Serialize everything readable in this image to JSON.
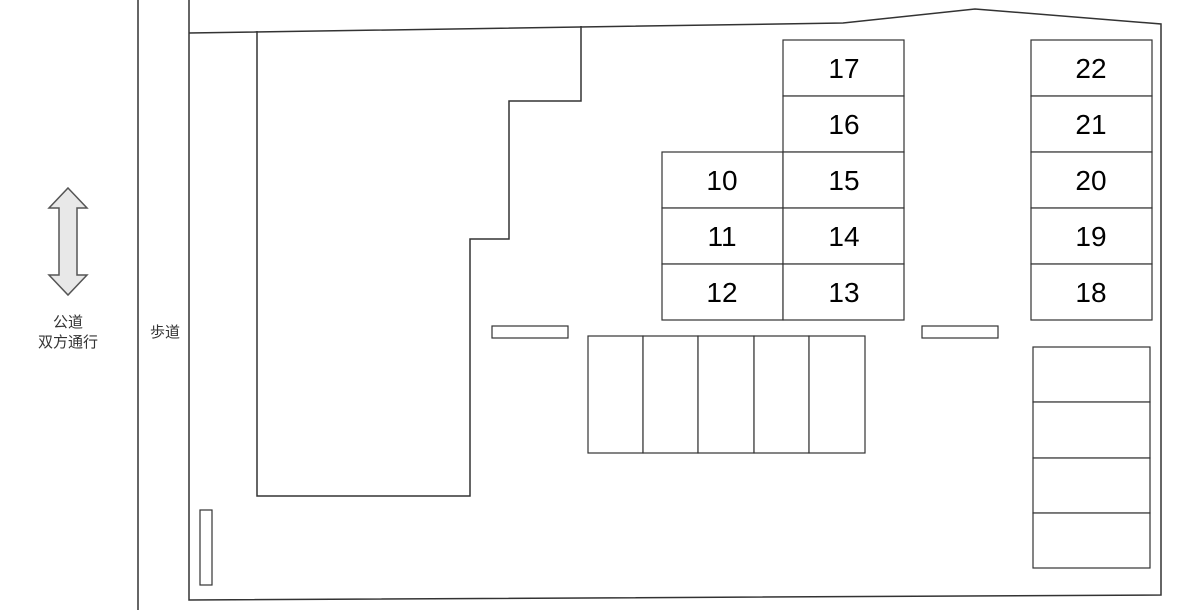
{
  "road": {
    "line1": "公道",
    "line2": "双方通行",
    "arrow_icon": "double-vertical-arrow-icon"
  },
  "sidewalk": {
    "label": "歩道"
  },
  "spaces": {
    "s10": "10",
    "s11": "11",
    "s12": "12",
    "s13": "13",
    "s14": "14",
    "s15": "15",
    "s16": "16",
    "s17": "17",
    "s18": "18",
    "s19": "19",
    "s20": "20",
    "s21": "21",
    "s22": "22"
  },
  "colors": {
    "stroke": "#333333",
    "arrow_fill": "#e8e8e8"
  }
}
